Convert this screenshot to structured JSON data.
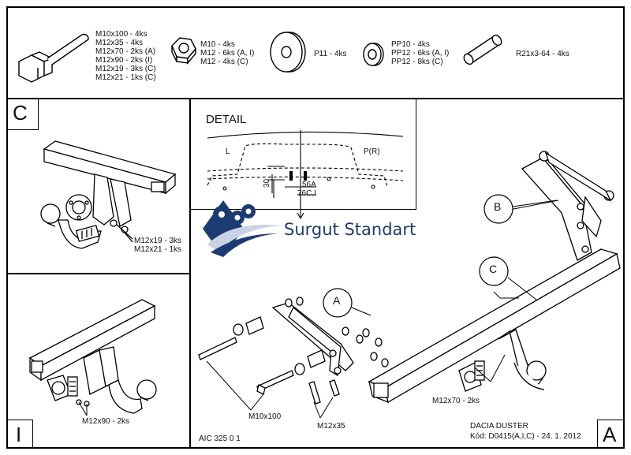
{
  "parts": {
    "bolts": [
      "M10x100 - 4ks",
      "M12x35 - 4ks",
      "M12x70 - 2ks (A)",
      "M12x90 - 2ks (I)",
      "M12x19 - 3ks (C)",
      "M12x21 - 1ks (C)"
    ],
    "nuts": [
      "M10 - 4ks",
      "M12 - 6ks (A, I)",
      "M12 - 4ks (C)"
    ],
    "washer_large": "P11 - 4ks",
    "washers_small": [
      "PP10 - 4ks",
      "PP12 - 6ks (A, I)",
      "PP12 - 8ks (C)"
    ],
    "tube": "R21x3-64 - 4ks"
  },
  "panel_c": {
    "letter": "C",
    "bolt_labels": [
      "M12x19 - 3ks",
      "M12x21 - 1ks"
    ]
  },
  "panel_i": {
    "letter": "I",
    "bolt_label": "M12x90 - 2ks"
  },
  "detail": {
    "title": "DETAIL",
    "left_mark": "L",
    "right_mark": "P(R)",
    "dim_30": "30",
    "dim_56a": "56A",
    "dim_76ci": "76C,I"
  },
  "watermark": {
    "text": "Surgut Standart"
  },
  "main": {
    "callout_a": "A",
    "callout_b": "B",
    "callout_c": "C",
    "label_m10x100": "M10x100",
    "label_m12x35": "M12x35",
    "label_m12x70": "M12x70 - 2ks",
    "code_left": "AIC 325 0 1",
    "car": "DACIA DUSTER",
    "code_right": "Kód: D0415(A,I,C) - 24. 1. 2012",
    "letter": "A"
  },
  "colors": {
    "line": "#000000",
    "logo_blue": "#1c3b72"
  }
}
